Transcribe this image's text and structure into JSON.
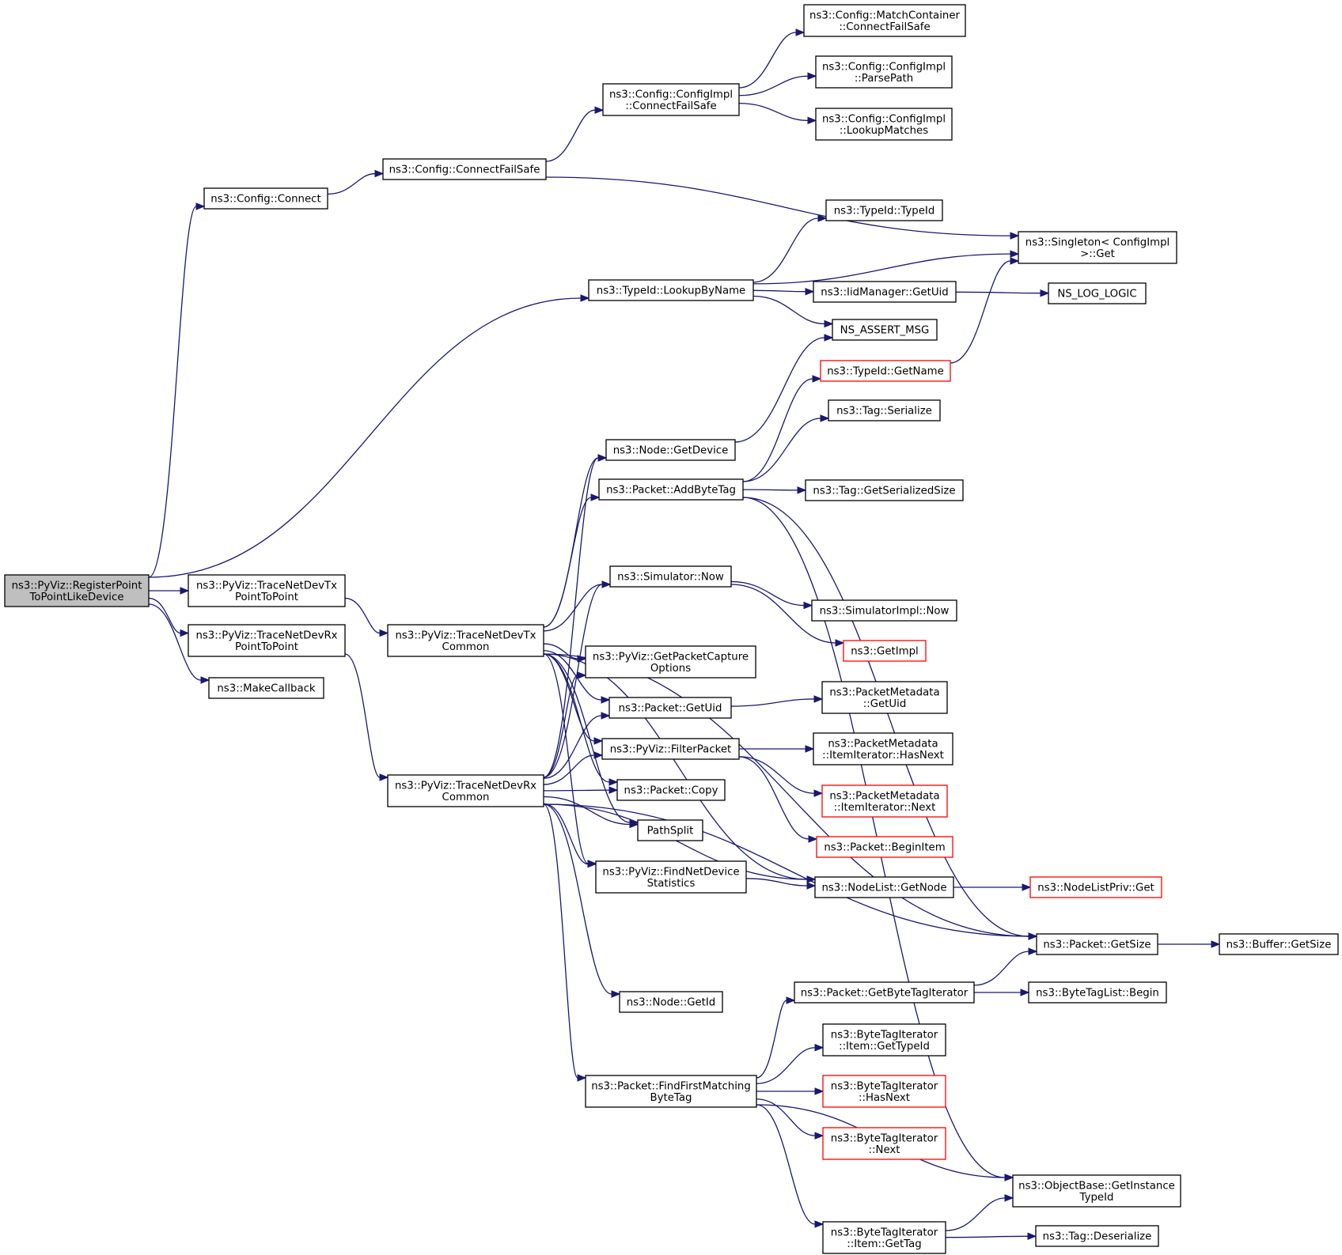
{
  "colors": {
    "edge": "#191970",
    "node_border": "#000000",
    "truncated_node_border": "#ff0000",
    "root_node_fill": "#bfbfbf",
    "background": "#ffffff"
  },
  "nodes": [
    {
      "id": "registerPoint",
      "lines": [
        "ns3::PyViz::RegisterPoint",
        "ToPointLikeDevice"
      ],
      "root": true
    },
    {
      "id": "configConnect",
      "lines": [
        "ns3::Config::Connect"
      ]
    },
    {
      "id": "configConnectFailSafe",
      "lines": [
        "ns3::Config::ConnectFailSafe"
      ]
    },
    {
      "id": "configImplConnectFailSafe",
      "lines": [
        "ns3::Config::ConfigImpl",
        "::ConnectFailSafe"
      ]
    },
    {
      "id": "matchContainer",
      "lines": [
        "ns3::Config::MatchContainer",
        "::ConnectFailSafe"
      ]
    },
    {
      "id": "parsePath",
      "lines": [
        "ns3::Config::ConfigImpl",
        "::ParsePath"
      ]
    },
    {
      "id": "lookupMatches",
      "lines": [
        "ns3::Config::ConfigImpl",
        "::LookupMatches"
      ]
    },
    {
      "id": "singletonGet",
      "lines": [
        "ns3::Singleton< ConfigImpl",
        " >::Get"
      ]
    },
    {
      "id": "typeIdTypeId",
      "lines": [
        "ns3::TypeId::TypeId"
      ]
    },
    {
      "id": "lookupByName",
      "lines": [
        "ns3::TypeId::LookupByName"
      ]
    },
    {
      "id": "iidGetUid",
      "lines": [
        "ns3::IidManager::GetUid"
      ]
    },
    {
      "id": "nsLogLogic",
      "lines": [
        "NS_LOG_LOGIC"
      ]
    },
    {
      "id": "nsAssertMsg",
      "lines": [
        "NS_ASSERT_MSG"
      ]
    },
    {
      "id": "typeIdGetName",
      "lines": [
        "ns3::TypeId::GetName"
      ],
      "truncated": true
    },
    {
      "id": "tagSerialize",
      "lines": [
        "ns3::Tag::Serialize"
      ]
    },
    {
      "id": "nodeGetDevice",
      "lines": [
        "ns3::Node::GetDevice"
      ]
    },
    {
      "id": "addByteTag",
      "lines": [
        "ns3::Packet::AddByteTag"
      ]
    },
    {
      "id": "tagGetSerializedSize",
      "lines": [
        "ns3::Tag::GetSerializedSize"
      ]
    },
    {
      "id": "simulatorNow",
      "lines": [
        "ns3::Simulator::Now"
      ]
    },
    {
      "id": "simImplNow",
      "lines": [
        "ns3::SimulatorImpl::Now"
      ]
    },
    {
      "id": "getImpl",
      "lines": [
        "ns3::GetImpl"
      ],
      "truncated": true
    },
    {
      "id": "traceTxP2P",
      "lines": [
        "ns3::PyViz::TraceNetDevTx",
        "PointToPoint"
      ]
    },
    {
      "id": "traceRxP2P",
      "lines": [
        "ns3::PyViz::TraceNetDevRx",
        "PointToPoint"
      ]
    },
    {
      "id": "makeCallback",
      "lines": [
        "ns3::MakeCallback"
      ]
    },
    {
      "id": "traceTxCommon",
      "lines": [
        "ns3::PyViz::TraceNetDevTx",
        "Common"
      ]
    },
    {
      "id": "getPacketCapture",
      "lines": [
        "ns3::PyViz::GetPacketCapture",
        "Options"
      ]
    },
    {
      "id": "packetGetUid",
      "lines": [
        "ns3::Packet::GetUid"
      ]
    },
    {
      "id": "pmGetUid",
      "lines": [
        "ns3::PacketMetadata",
        "::GetUid"
      ]
    },
    {
      "id": "filterPacket",
      "lines": [
        "ns3::PyViz::FilterPacket"
      ]
    },
    {
      "id": "pmHasNext",
      "lines": [
        "ns3::PacketMetadata",
        "::ItemIterator::HasNext"
      ]
    },
    {
      "id": "pmNext",
      "lines": [
        "ns3::PacketMetadata",
        "::ItemIterator::Next"
      ],
      "truncated": true
    },
    {
      "id": "traceRxCommon",
      "lines": [
        "ns3::PyViz::TraceNetDevRx",
        "Common"
      ]
    },
    {
      "id": "packetCopy",
      "lines": [
        "ns3::Packet::Copy"
      ]
    },
    {
      "id": "pathSplit",
      "lines": [
        "PathSplit"
      ]
    },
    {
      "id": "beginItem",
      "lines": [
        "ns3::Packet::BeginItem"
      ],
      "truncated": true
    },
    {
      "id": "findNetDevStats",
      "lines": [
        "ns3::PyViz::FindNetDevice",
        "Statistics"
      ]
    },
    {
      "id": "nodeListGetNode",
      "lines": [
        "ns3::NodeList::GetNode"
      ]
    },
    {
      "id": "nodeListPrivGet",
      "lines": [
        "ns3::NodeListPriv::Get"
      ],
      "truncated": true
    },
    {
      "id": "packetGetSize",
      "lines": [
        "ns3::Packet::GetSize"
      ]
    },
    {
      "id": "bufferGetSize",
      "lines": [
        "ns3::Buffer::GetSize"
      ]
    },
    {
      "id": "getByteTagIterator",
      "lines": [
        "ns3::Packet::GetByteTagIterator"
      ]
    },
    {
      "id": "byteTagListBegin",
      "lines": [
        "ns3::ByteTagList::Begin"
      ]
    },
    {
      "id": "nodeGetId",
      "lines": [
        "ns3::Node::GetId"
      ]
    },
    {
      "id": "btiItemGetTypeId",
      "lines": [
        "ns3::ByteTagIterator",
        "::Item::GetTypeId"
      ]
    },
    {
      "id": "findFirstMatching",
      "lines": [
        "ns3::Packet::FindFirstMatching",
        "ByteTag"
      ]
    },
    {
      "id": "btiHasNext",
      "lines": [
        "ns3::ByteTagIterator",
        "::HasNext"
      ],
      "truncated": true
    },
    {
      "id": "btiNext",
      "lines": [
        "ns3::ByteTagIterator",
        "::Next"
      ],
      "truncated": true
    },
    {
      "id": "objectBaseGetInstance",
      "lines": [
        "ns3::ObjectBase::GetInstance",
        "TypeId"
      ]
    },
    {
      "id": "btiItemGetTag",
      "lines": [
        "ns3::ByteTagIterator",
        "::Item::GetTag"
      ]
    },
    {
      "id": "tagDeserialize",
      "lines": [
        "ns3::Tag::Deserialize"
      ]
    }
  ],
  "edges": [
    [
      "registerPoint",
      "configConnect"
    ],
    [
      "registerPoint",
      "lookupByName"
    ],
    [
      "registerPoint",
      "traceTxP2P"
    ],
    [
      "registerPoint",
      "traceRxP2P"
    ],
    [
      "registerPoint",
      "makeCallback"
    ],
    [
      "configConnect",
      "configConnectFailSafe"
    ],
    [
      "configConnectFailSafe",
      "configImplConnectFailSafe"
    ],
    [
      "configConnectFailSafe",
      "singletonGet"
    ],
    [
      "configImplConnectFailSafe",
      "matchContainer"
    ],
    [
      "configImplConnectFailSafe",
      "parsePath"
    ],
    [
      "configImplConnectFailSafe",
      "lookupMatches"
    ],
    [
      "lookupByName",
      "typeIdTypeId"
    ],
    [
      "lookupByName",
      "singletonGet"
    ],
    [
      "lookupByName",
      "iidGetUid"
    ],
    [
      "lookupByName",
      "nsAssertMsg"
    ],
    [
      "iidGetUid",
      "nsLogLogic"
    ],
    [
      "typeIdGetName",
      "singletonGet"
    ],
    [
      "nodeGetDevice",
      "nsAssertMsg"
    ],
    [
      "addByteTag",
      "typeIdGetName"
    ],
    [
      "addByteTag",
      "tagSerialize"
    ],
    [
      "addByteTag",
      "tagGetSerializedSize"
    ],
    [
      "addByteTag",
      "packetGetSize"
    ],
    [
      "addByteTag",
      "objectBaseGetInstance"
    ],
    [
      "simulatorNow",
      "simImplNow"
    ],
    [
      "simulatorNow",
      "getImpl"
    ],
    [
      "traceTxP2P",
      "traceTxCommon"
    ],
    [
      "traceRxP2P",
      "traceRxCommon"
    ],
    [
      "traceTxCommon",
      "nodeGetDevice"
    ],
    [
      "traceTxCommon",
      "addByteTag"
    ],
    [
      "traceTxCommon",
      "packetGetSize"
    ],
    [
      "traceTxCommon",
      "simulatorNow"
    ],
    [
      "traceTxCommon",
      "nodeListGetNode"
    ],
    [
      "traceTxCommon",
      "getPacketCapture"
    ],
    [
      "traceTxCommon",
      "packetGetUid"
    ],
    [
      "traceTxCommon",
      "filterPacket"
    ],
    [
      "traceTxCommon",
      "packetCopy"
    ],
    [
      "traceTxCommon",
      "pathSplit"
    ],
    [
      "traceTxCommon",
      "findNetDevStats"
    ],
    [
      "traceRxCommon",
      "nodeGetDevice"
    ],
    [
      "traceRxCommon",
      "simulatorNow"
    ],
    [
      "traceRxCommon",
      "getPacketCapture"
    ],
    [
      "traceRxCommon",
      "packetGetUid"
    ],
    [
      "traceRxCommon",
      "filterPacket"
    ],
    [
      "traceRxCommon",
      "packetCopy"
    ],
    [
      "traceRxCommon",
      "pathSplit"
    ],
    [
      "traceRxCommon",
      "findNetDevStats"
    ],
    [
      "traceRxCommon",
      "nodeListGetNode"
    ],
    [
      "traceRxCommon",
      "packetGetSize"
    ],
    [
      "traceRxCommon",
      "nodeGetId"
    ],
    [
      "traceRxCommon",
      "findFirstMatching"
    ],
    [
      "packetGetUid",
      "pmGetUid"
    ],
    [
      "filterPacket",
      "pmHasNext"
    ],
    [
      "filterPacket",
      "pmNext"
    ],
    [
      "filterPacket",
      "beginItem"
    ],
    [
      "findNetDevStats",
      "nodeListGetNode"
    ],
    [
      "nodeListGetNode",
      "nodeListPrivGet"
    ],
    [
      "packetGetSize",
      "bufferGetSize"
    ],
    [
      "getByteTagIterator",
      "packetGetSize"
    ],
    [
      "getByteTagIterator",
      "byteTagListBegin"
    ],
    [
      "findFirstMatching",
      "getByteTagIterator"
    ],
    [
      "findFirstMatching",
      "btiItemGetTypeId"
    ],
    [
      "findFirstMatching",
      "btiHasNext"
    ],
    [
      "findFirstMatching",
      "btiNext"
    ],
    [
      "findFirstMatching",
      "objectBaseGetInstance"
    ],
    [
      "findFirstMatching",
      "btiItemGetTag"
    ],
    [
      "btiItemGetTag",
      "objectBaseGetInstance"
    ],
    [
      "btiItemGetTag",
      "tagDeserialize"
    ]
  ]
}
